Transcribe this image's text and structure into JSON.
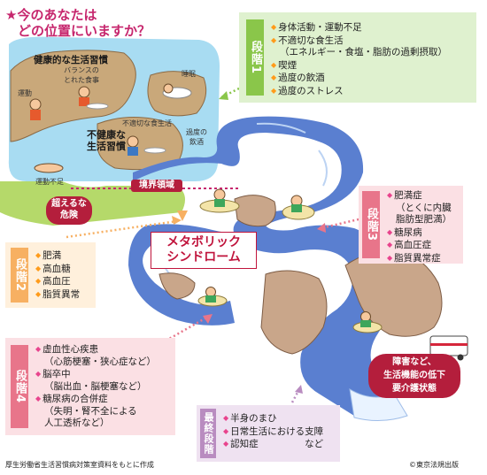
{
  "title": {
    "line1": "★今のあなたは",
    "line2": "どの位置にいますか？"
  },
  "island": {
    "healthy": "健康的な生活習慣",
    "balanced": "バランスの\nとれた食事",
    "exercise": "運動",
    "sleep": "睡眠",
    "unhealthy": "不健康な\n生活習慣",
    "improper_diet": "不適切な食生活",
    "drinking": "過度の\n飲酒",
    "lack_exercise": "運動不足"
  },
  "boundary_label": "境界領域",
  "danger_label": "超えるな\n危険",
  "metabolic_label": "メタボリック\nシンドローム",
  "stage1": {
    "tab": "段階1",
    "items": [
      {
        "text": "身体活動・運動不足"
      },
      {
        "text": "不適切な食生活"
      },
      {
        "text": "（エネルギー・食塩・脂肪の過剰摂取）",
        "sub": true
      },
      {
        "text": "喫煙"
      },
      {
        "text": "過度の飲酒"
      },
      {
        "text": "過度のストレス"
      }
    ]
  },
  "stage2": {
    "tab": "段階2",
    "items": [
      {
        "text": "肥満"
      },
      {
        "text": "高血糖"
      },
      {
        "text": "高血圧"
      },
      {
        "text": "脂質異常"
      }
    ]
  },
  "stage3": {
    "tab": "段階3",
    "items": [
      {
        "text": "肥満症"
      },
      {
        "text": "（とくに内臓",
        "sub": true
      },
      {
        "text": "脂肪型肥満）",
        "sub": true
      },
      {
        "text": "糖尿病"
      },
      {
        "text": "高血圧症"
      },
      {
        "text": "脂質異常症"
      }
    ]
  },
  "stage4": {
    "tab": "段階4",
    "items": [
      {
        "text": "虚血性心疾患"
      },
      {
        "text": "（心筋梗塞・狭心症など）",
        "sub": true
      },
      {
        "text": "脳卒中"
      },
      {
        "text": "（脳出血・脳梗塞など）",
        "sub": true
      },
      {
        "text": "糖尿病の合併症"
      },
      {
        "text": "（失明・腎不全による",
        "sub": true
      },
      {
        "text": "人工透析など）",
        "sub": true
      }
    ]
  },
  "final_stage": {
    "tab": "最終段階",
    "items": [
      {
        "text": "半身のまひ"
      },
      {
        "text": "日常生活における支障"
      },
      {
        "text": "認知症　　　　　など"
      }
    ]
  },
  "disability_label": "障害など、\n生活機能の低下\n要介護状態",
  "footer_left": "厚生労働省生活習慣病対策室資料をもとに作成",
  "footer_right": "©東京法規出版",
  "colors": {
    "title": "#c6266d",
    "stage1_bg": "#dff1cf",
    "stage1_tab": "#8ac64a",
    "stage2_bg": "#fff0dc",
    "stage2_tab": "#f7b062",
    "stage3_bg": "#fbe0e4",
    "stage3_tab": "#e8758a",
    "stage4_tab": "#e8758a",
    "final_bg": "#efe2f1",
    "final_tab": "#b98cc0",
    "river": "#5a7fd0",
    "danger": "#b41e3c",
    "metabolic": "#c0143c"
  }
}
